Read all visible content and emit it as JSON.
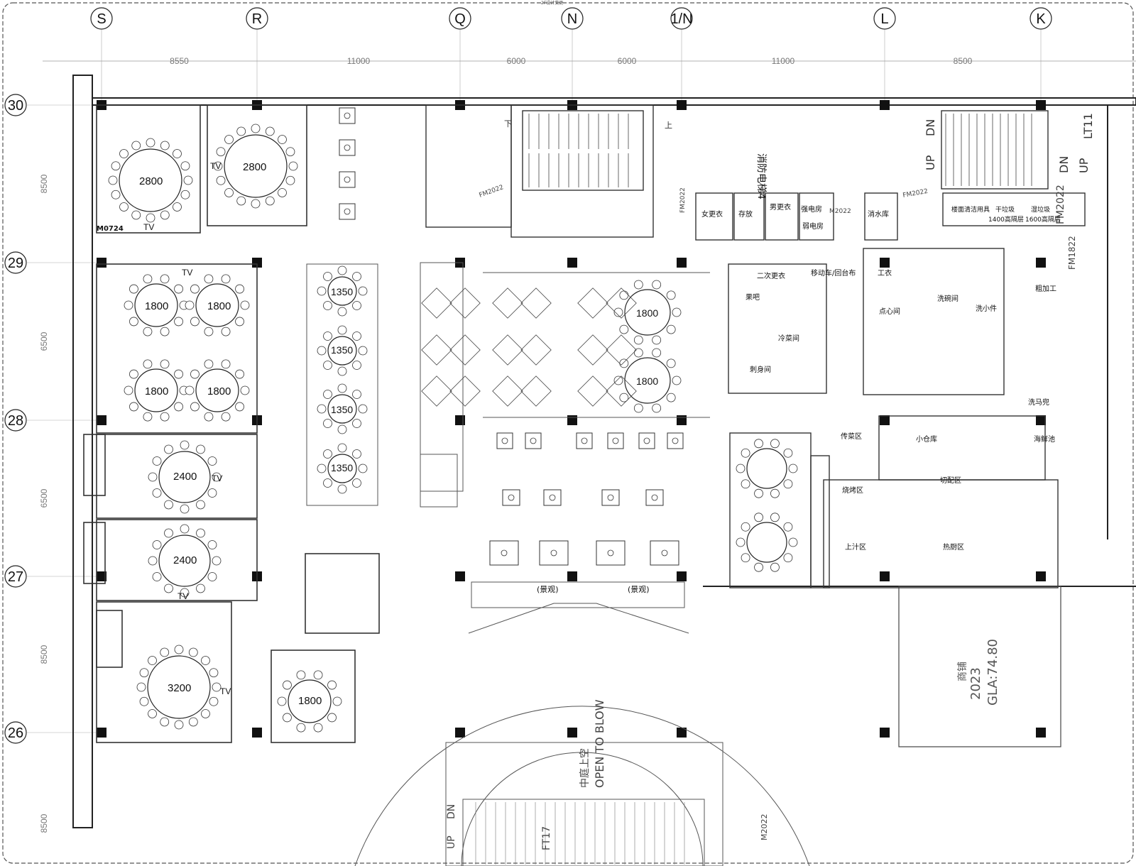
{
  "grid": {
    "columns": [
      "S",
      "R",
      "Q",
      "N",
      "1/N",
      "L",
      "K"
    ],
    "rows": [
      "30",
      "29",
      "28",
      "27",
      "26"
    ],
    "col_dims": [
      "8550",
      "11000",
      "6000",
      "6000",
      "11000",
      "8500"
    ],
    "row_dims": [
      "8500",
      "6500",
      "6500",
      "8500",
      "8500"
    ]
  },
  "private_rooms": [
    {
      "size": "2800",
      "tv": "TV"
    },
    {
      "size": "2800",
      "tv": "TV"
    },
    {
      "size": "1800",
      "tv": "TV"
    },
    {
      "size": "1800"
    },
    {
      "size": "1800"
    },
    {
      "size": "1800"
    },
    {
      "size": "2400",
      "tv": "TV"
    },
    {
      "size": "2400",
      "tv": "TV"
    },
    {
      "size": "3200",
      "tv": "TV"
    },
    {
      "size": "1800"
    }
  ],
  "hall_tables": [
    "1350",
    "1350",
    "1350",
    "1350",
    "1800",
    "1800"
  ],
  "door_codes": [
    "M0724",
    "FM2022",
    "FM2022",
    "FM2022",
    "M2022",
    "FM1822",
    "FM2022",
    "M2022"
  ],
  "rooms": {
    "female_locker": "女更衣",
    "storage": "存放",
    "male_locker": "男更衣",
    "strong_power": "强电房",
    "weak_power": "弱电房",
    "water_tank": "消水库",
    "smoke_shaft": "消防电梯4",
    "mop": "楼面清洁用具",
    "dry_waste": "干垃圾",
    "dry_waste_note": "1400高隔层",
    "wet_waste": "湿垃圾",
    "wet_waste_note": "1600高隔层",
    "second_locker": "二次更衣",
    "cart": "移动车/回台布",
    "worker": "工衣",
    "fruit_bar": "果吧",
    "cold_dish": "冷菜间",
    "sashimi": "刺身间",
    "dim_sum": "点心间",
    "dishwash": "洗碗间",
    "small_wash": "洗小件",
    "rough_proc": "粗加工",
    "wash_dish": "洗马兜",
    "waiting": "传菜区",
    "small_store": "小仓库",
    "seafood": "海鲜池",
    "bbq": "烧烤区",
    "prep": "切配区",
    "pass": "上汁区",
    "hot_kitchen": "热厨区",
    "landscape_1": "(景观)",
    "landscape_2": "(景观)",
    "tenant_area": "2023",
    "tenant_gla": "GLA:74.80",
    "tenant_tag": "商铺",
    "atrium_cn": "中庭上空",
    "atrium_en": "OPEN TO BLOW",
    "escalator": "FT17",
    "esc_up": "UP",
    "esc_dn": "DN",
    "lift": "LT11",
    "stair_up": "UP",
    "stair_dn": "DN",
    "stair_up_cn": "上",
    "stair_dn_cn": "下",
    "upper_label": "2F设计变更"
  }
}
